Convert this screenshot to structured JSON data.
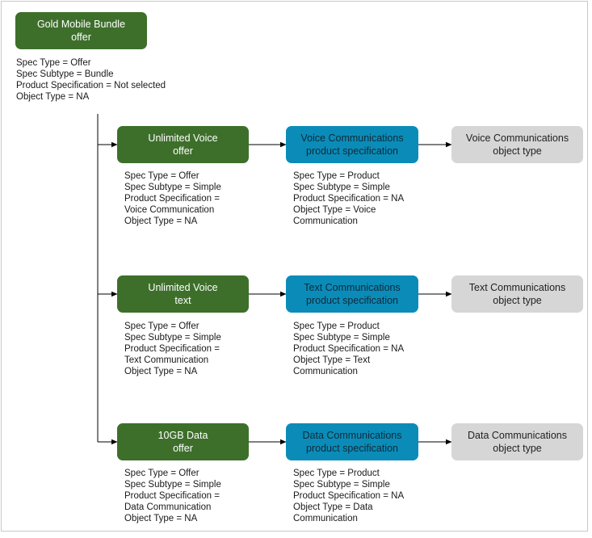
{
  "root": {
    "title": [
      "Gold Mobile Bundle",
      "offer"
    ],
    "props": [
      "Spec Type = Offer",
      "Spec Subtype = Bundle",
      "Product Specification = Not selected",
      "Object Type = NA"
    ]
  },
  "rows": [
    {
      "offer": {
        "title": [
          "Unlimited Voice",
          "offer"
        ],
        "props": [
          "Spec Type = Offer",
          "Spec Subtype = Simple",
          "Product Specification =",
          "Voice Communication",
          "Object Type = NA"
        ]
      },
      "spec": {
        "title": [
          "Voice Communications",
          "product specification"
        ],
        "props": [
          "Spec Type = Product",
          "Spec Subtype = Simple",
          "Product Specification = NA",
          "Object Type = Voice",
          "Communication"
        ]
      },
      "object": {
        "title": [
          "Voice Communications",
          "object type"
        ]
      }
    },
    {
      "offer": {
        "title": [
          "Unlimited Voice",
          "text"
        ],
        "props": [
          "Spec Type = Offer",
          "Spec Subtype = Simple",
          "Product Specification =",
          "Text Communication",
          "Object Type = NA"
        ]
      },
      "spec": {
        "title": [
          "Text Communications",
          "product specification"
        ],
        "props": [
          "Spec Type = Product",
          "Spec Subtype = Simple",
          "Product Specification = NA",
          "Object Type = Text",
          "Communication"
        ]
      },
      "object": {
        "title": [
          "Text Communications",
          "object type"
        ]
      }
    },
    {
      "offer": {
        "title": [
          "10GB Data",
          "offer"
        ],
        "props": [
          "Spec Type = Offer",
          "Spec Subtype = Simple",
          "Product Specification =",
          "Data Communication",
          "Object Type = NA"
        ]
      },
      "spec": {
        "title": [
          "Data Communications",
          "product specification"
        ],
        "props": [
          "Spec Type = Product",
          "Spec Subtype = Simple",
          "Product Specification = NA",
          "Object Type = Data",
          "Communication"
        ]
      },
      "object": {
        "title": [
          "Data Communications",
          "object type"
        ]
      }
    }
  ],
  "colors": {
    "offer": "#3d6f2b",
    "spec": "#0b8cb8",
    "object": "#d6d6d6",
    "connector": "#000000"
  }
}
